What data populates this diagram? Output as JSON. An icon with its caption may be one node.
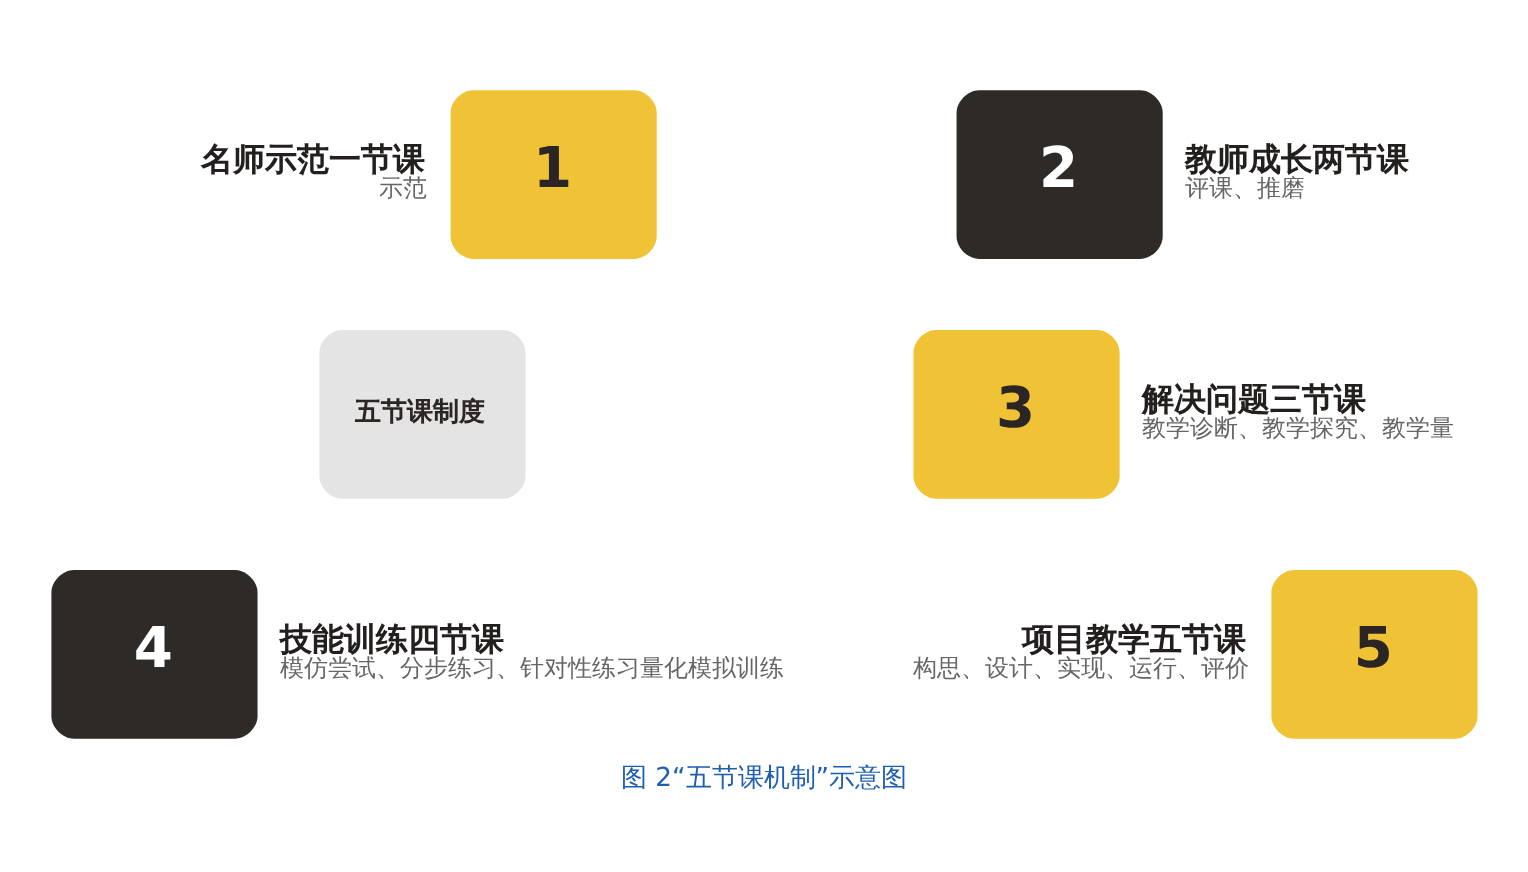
{
  "diagram": {
    "caption": "图 2“五节课机制”示意图",
    "nodes": [
      {
        "text": [
          "1"
        ],
        "beside": [
          "名师示范一节课",
          "示范"
        ]
      },
      {
        "text": [
          "2"
        ],
        "beside": [
          "教师成长两节课",
          "评课、推磨"
        ]
      },
      {
        "text": [
          "五节课制度"
        ]
      },
      {
        "text": [
          "3"
        ],
        "beside": [
          "解决问题三节课",
          "教学诊断、教学探究、教学量"
        ]
      },
      {
        "text": [
          "4"
        ],
        "beside": [
          "技能训练四节课",
          "模仿尝试、分步练习、针对性练习量化模拟训练"
        ]
      },
      {
        "text": [
          "5"
        ],
        "beside": [
          "项目教学五节课",
          "构思、设计、实现、运行、评价"
        ]
      }
    ],
    "edges": []
  }
}
